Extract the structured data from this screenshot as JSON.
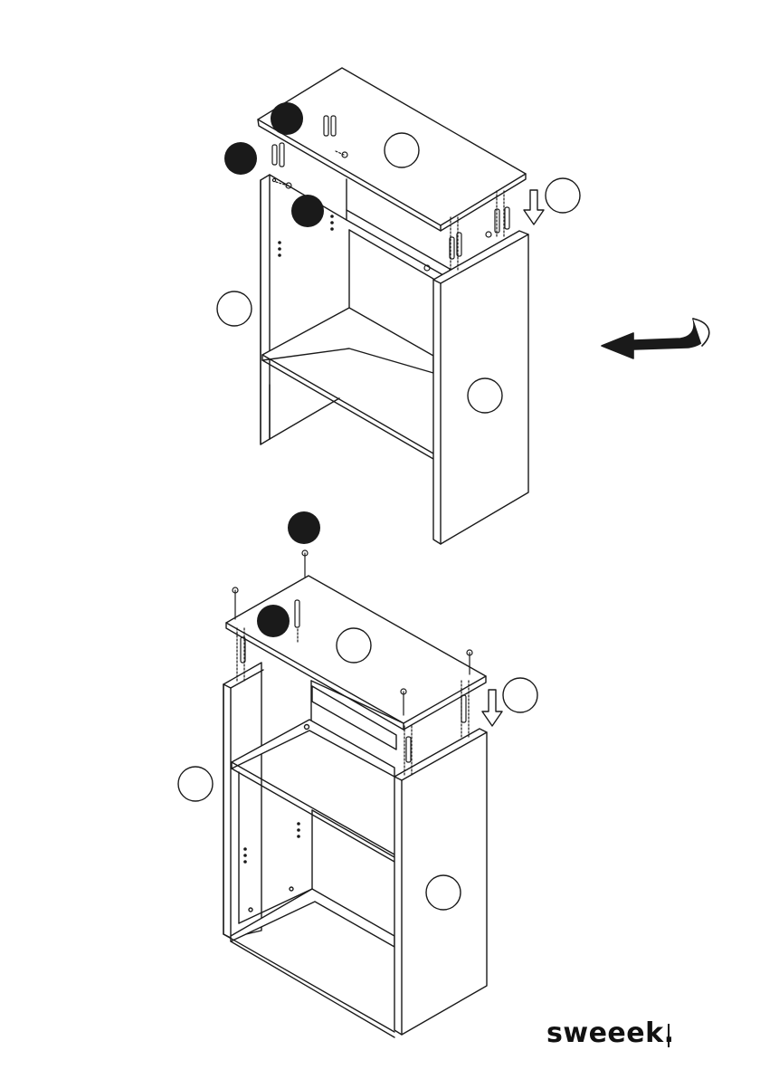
{
  "brand": {
    "name": "sweeek."
  },
  "colors": {
    "line": "#1a1a1a",
    "badge_fill": "#1a1a1a",
    "paper": "#ffffff"
  },
  "icons": [
    "rotate-arrow-icon",
    "down-arrow-icon",
    "part-label-circle",
    "hardware-badge"
  ]
}
